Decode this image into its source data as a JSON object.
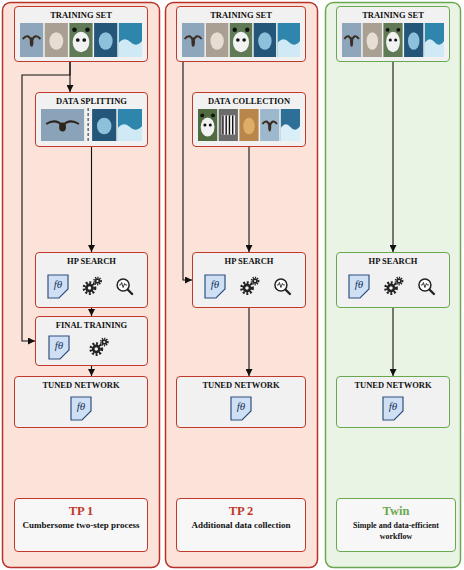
{
  "diagram": {
    "nodes": [
      {
        "text": [
          "TRAINING SET"
        ]
      },
      {
        "text": [
          "DATA SPLITTING"
        ]
      },
      {
        "text": [
          "HP SEARCH"
        ]
      },
      {
        "text": [
          "fθ"
        ],
        "in": 2
      },
      {
        "text": [
          "FINAL TRAINING"
        ]
      },
      {
        "text": [
          "fθ"
        ],
        "in": 4
      },
      {
        "text": [
          "TUNED NETWORK"
        ]
      },
      {
        "text": [
          "fθ"
        ],
        "in": 6
      },
      {
        "text": [
          "TP 1",
          "Cumbersome two-step process"
        ]
      },
      {
        "text": [
          "TRAINING SET"
        ]
      },
      {
        "text": [
          "DATA COLLECTION"
        ]
      },
      {
        "text": [
          "HP SEARCH"
        ]
      },
      {
        "text": [
          "fθ"
        ],
        "in": 11
      },
      {
        "text": [
          "TUNED NETWORK"
        ]
      },
      {
        "text": [
          "fθ"
        ],
        "in": 13
      },
      {
        "text": [
          "TP 2",
          "Additional data collection"
        ]
      },
      {
        "text": [
          "TRAINING SET"
        ]
      },
      {
        "text": [
          "HP SEARCH"
        ]
      },
      {
        "text": [
          "fθ"
        ],
        "in": 17
      },
      {
        "text": [
          "TUNED NETWORK"
        ]
      },
      {
        "text": [
          "fθ"
        ],
        "in": 19
      },
      {
        "text": [
          "Twin",
          "Simple and data-efficient workflow"
        ]
      }
    ],
    "edges": [
      {
        "from": 0,
        "to": 1,
        "arrow": "to"
      },
      {
        "from": 1,
        "to": 2,
        "arrow": "to"
      },
      {
        "from": 0,
        "to": 4,
        "arrow": "to"
      },
      {
        "from": 2,
        "to": 4,
        "arrow": "to"
      },
      {
        "from": 4,
        "to": 6,
        "arrow": "to"
      },
      {
        "from": 9,
        "to": 11,
        "arrow": "to"
      },
      {
        "from": 10,
        "to": 11,
        "arrow": "to"
      },
      {
        "from": 11,
        "to": 13,
        "arrow": "to"
      },
      {
        "from": 16,
        "to": 17,
        "arrow": "to"
      },
      {
        "from": 17,
        "to": 19,
        "arrow": "to"
      }
    ]
  }
}
